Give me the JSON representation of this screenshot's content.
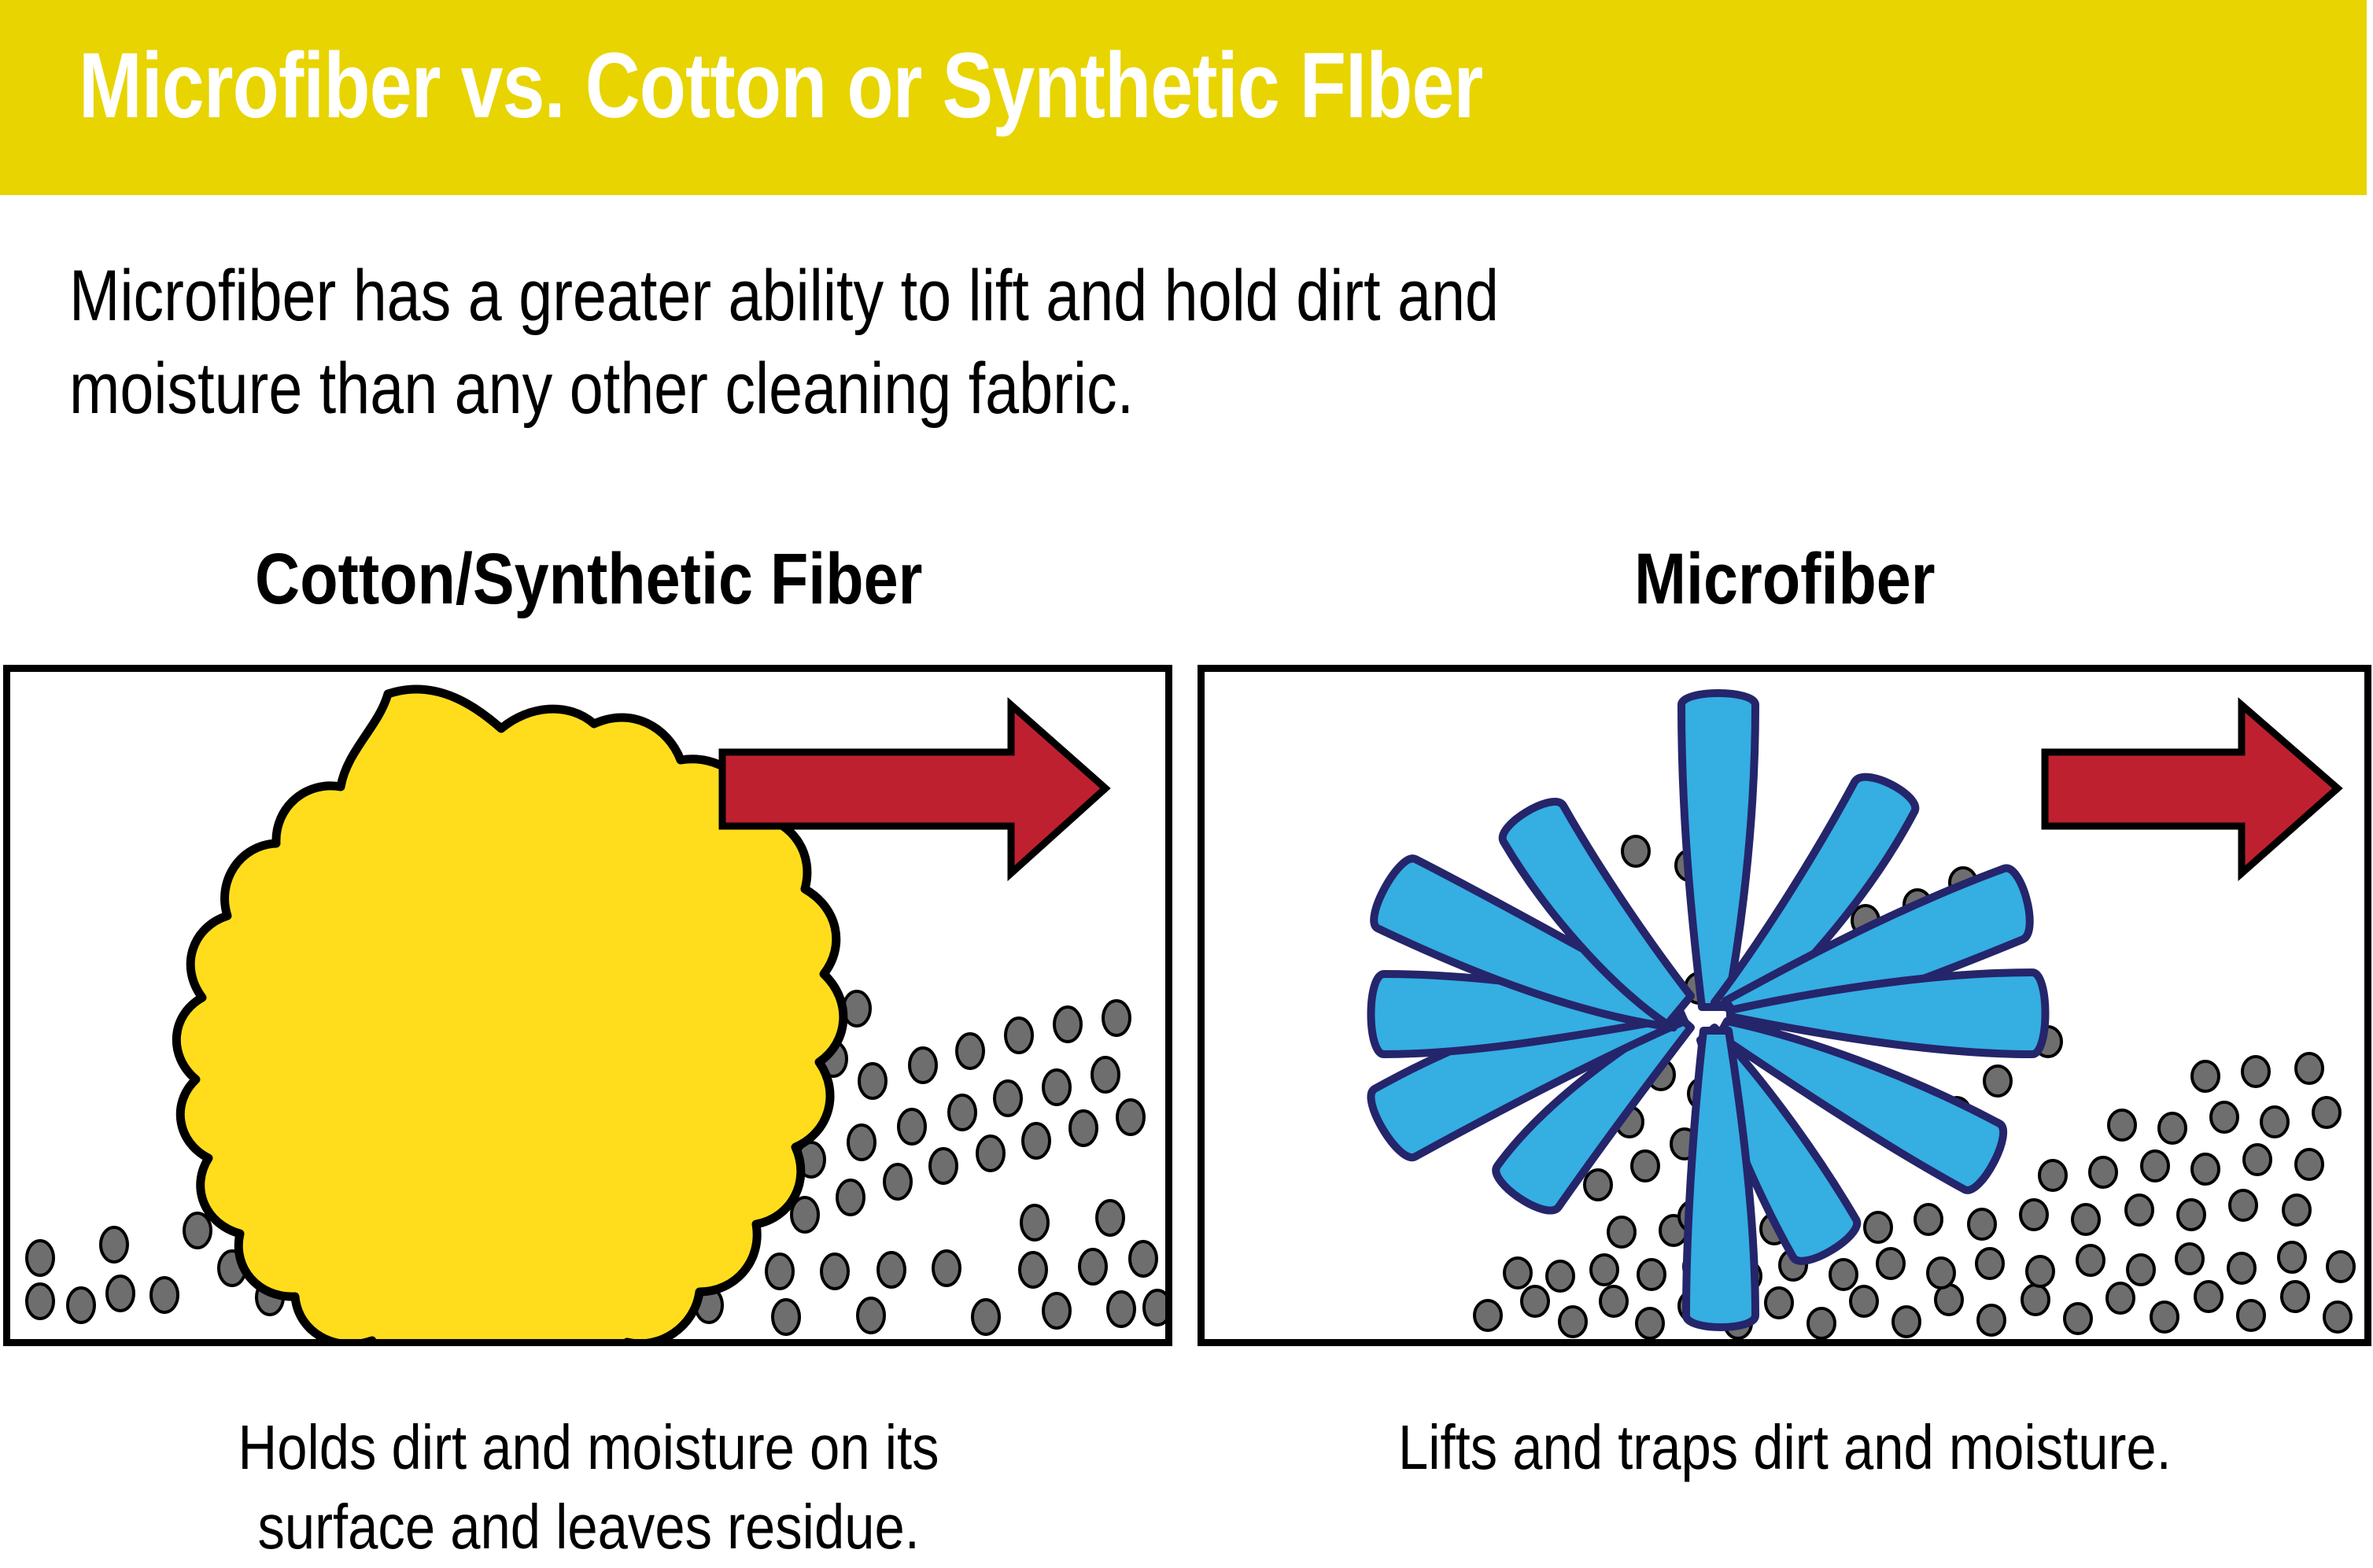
{
  "header": {
    "title": "Microfiber vs. Cotton or Synthetic FIber",
    "bar_color": "#E8D400",
    "title_color": "#FFFFFF"
  },
  "intro": {
    "line1": "Microfiber has a greater ability to lift and hold dirt and",
    "line2": "moisture than any other cleaning fabric."
  },
  "panels": [
    {
      "heading": "Cotton/Synthetic Fiber",
      "caption_line1": "Holds dirt and moisture on its",
      "caption_line2": "surface and leaves residue.",
      "fiber_shape": "blob",
      "fiber_color": "#FFDD1C",
      "fiber_outline": "#000000",
      "arrow_label": "motion-arrow"
    },
    {
      "heading": "Microfiber",
      "caption_line1": "Lifts and traps dirt and moisture.",
      "caption_line2": "",
      "fiber_shape": "star",
      "fiber_color": "#35AEE2",
      "fiber_outline": "#25256B",
      "arrow_label": "motion-arrow"
    }
  ],
  "legend": {
    "arrow_color": "#BF2030",
    "arrow_outline": "#000000",
    "dirt_color": "#6E6E6E",
    "dirt_outline": "#000000",
    "box_border_color": "#000000",
    "background": "#FFFFFF"
  }
}
